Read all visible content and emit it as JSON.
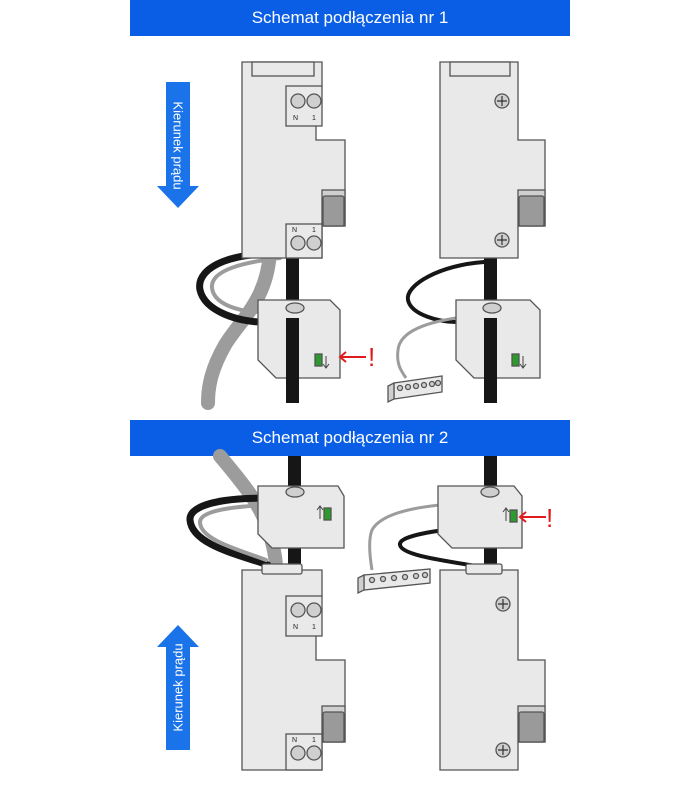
{
  "colors": {
    "banner": "#0a5ee6",
    "arrow": "#1a73e8",
    "device": "#e9e9e9",
    "device_dark": "#cfcfcf",
    "lever": "#9a9a9a",
    "cable_black": "#161616",
    "cable_grey": "#9c9c9c",
    "indicator": "#2d9a2d",
    "warning": "#e01b1b"
  },
  "schemes": [
    {
      "title": "Schemat podłączenia nr 1",
      "current_direction": "Kierunek prądu",
      "direction": "down"
    },
    {
      "title": "Schemat podłączenia nr 2",
      "current_direction": "Kierunek prądu",
      "direction": "up"
    }
  ],
  "breaker": {
    "terminal_n": "N",
    "terminal_1": "1"
  },
  "warning_mark": "!"
}
